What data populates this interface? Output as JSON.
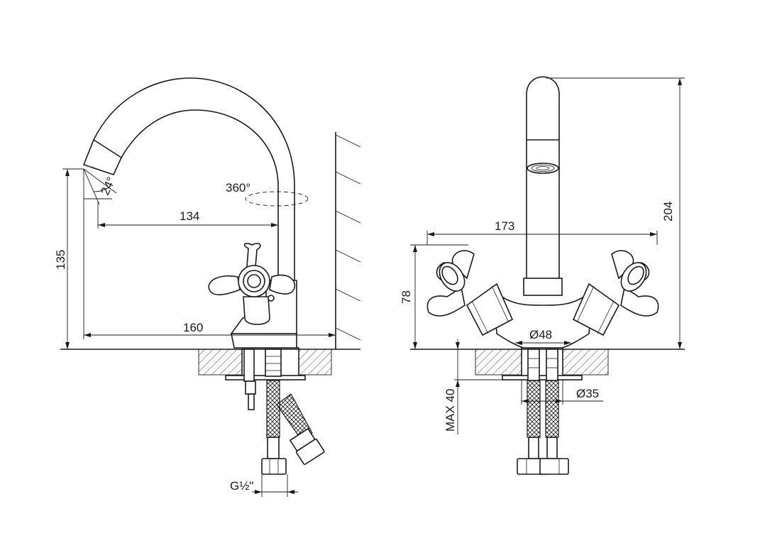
{
  "dimensions": {
    "spout_angle": "24°",
    "swivel": "360°",
    "spout_reach": "134",
    "side_height": "135",
    "side_depth": "160",
    "front_height": "204",
    "front_width": "173",
    "handle_height": "78",
    "base_diameter": "Ø48",
    "hole_diameter": "Ø35",
    "max_deck": "MAX 40",
    "connection_thread": "G½\""
  }
}
